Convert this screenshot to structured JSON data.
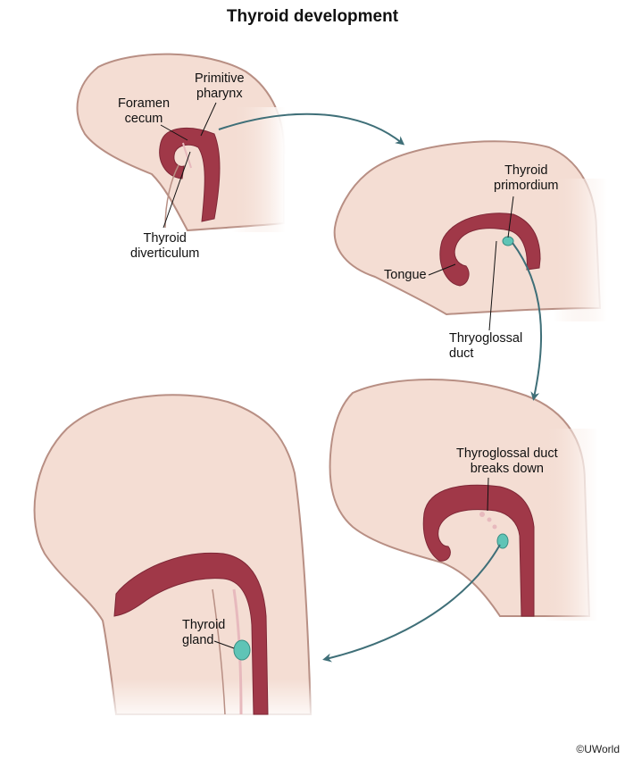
{
  "title": "Thyroid development",
  "labels": {
    "foramen_cecum": [
      "Foramen",
      "cecum"
    ],
    "primitive_pharynx": [
      "Primitive",
      "pharynx"
    ],
    "thyroid_diverticulum": [
      "Thyroid",
      "diverticulum"
    ],
    "thyroid_primordium": [
      "Thyroid",
      "primordium"
    ],
    "tongue": "Tongue",
    "thyroglossal_duct": [
      "Thryoglossal",
      "duct"
    ],
    "duct_breaks_down": [
      "Thyroglossal duct",
      "breaks down"
    ],
    "thyroid_gland": [
      "Thyroid",
      "gland"
    ]
  },
  "credit": "©UWorld",
  "colors": {
    "skin": "#f4ddd3",
    "outline": "#b88f84",
    "cavity": "#a03848",
    "lining": "#e7b9bd",
    "thyroid": "#5fc4b6",
    "arrow": "#3f6f78"
  }
}
